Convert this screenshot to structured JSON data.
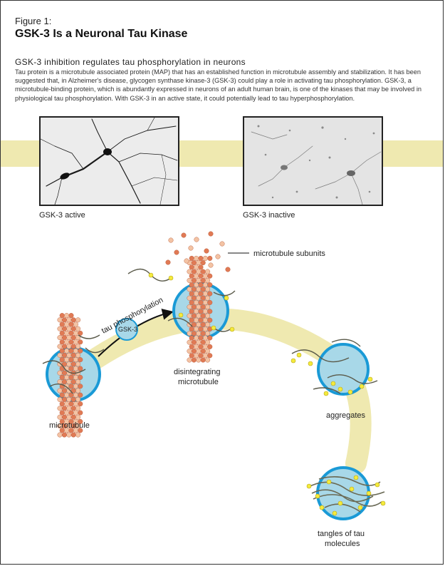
{
  "figure": {
    "label": "Figure 1:",
    "title": "GSK-3 Is a Neuronal Tau Kinase"
  },
  "section": {
    "subtitle": "GSK-3 inhibition regulates tau phosphorylation in neurons",
    "description": "Tau protein is a microtubule associated protein (MAP) that has an established function in microtubule assembly and stabilization. It has been suggested that, in Alzheimer's disease, glycogen synthase kinase-3 (GSK-3) could play a role in activating tau phosphorylation. GSK-3, a microtubule-binding protein, which is abundantly expressed in neurons of an adult human brain, is one of the kinases that may be involved in physiological tau phosphorylation. With GSK-3 in an active state, it could potentially lead to tau hyperphosphorylation."
  },
  "micrographs": [
    {
      "caption": "GSK-3 active"
    },
    {
      "caption": "GSK-3 inactive"
    }
  ],
  "diagram": {
    "enzyme_label": "GSK-3",
    "arrow_label": "tau phosphorylation",
    "subunits_label": "microtubule subunits",
    "stage_microtubule": "microtubule",
    "stage_disintegrating_line1": "disintegrating",
    "stage_disintegrating_line2": "microtubule",
    "stage_aggregates": "aggregates",
    "stage_tangles_line1": "tangles of tau",
    "stage_tangles_line2": "molecules"
  },
  "colors": {
    "band": "#efe9b0",
    "circle_fill": "#a8d8e8",
    "circle_stroke": "#1a9ad6",
    "subunit": "#e07a55",
    "subunit_light": "#f3c3a4",
    "phosphate": "#f4ea3c"
  }
}
